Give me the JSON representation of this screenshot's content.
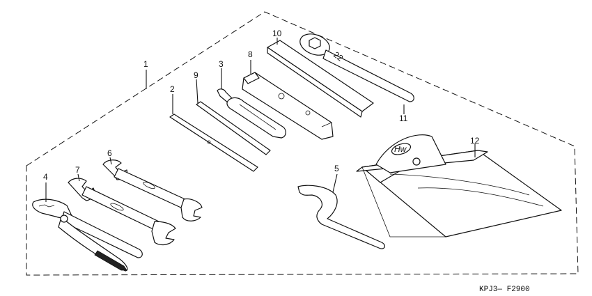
{
  "callouts": {
    "c1": "1",
    "c2": "2",
    "c3": "3",
    "c4": "4",
    "c5": "5",
    "c6": "6",
    "c7": "7",
    "c8": "8",
    "c9": "9",
    "c10": "10",
    "c11": "11",
    "c12": "12"
  },
  "wrench_size": "22",
  "pouch_logo": "Hw",
  "drawing_code": "KPJ3— F2900"
}
